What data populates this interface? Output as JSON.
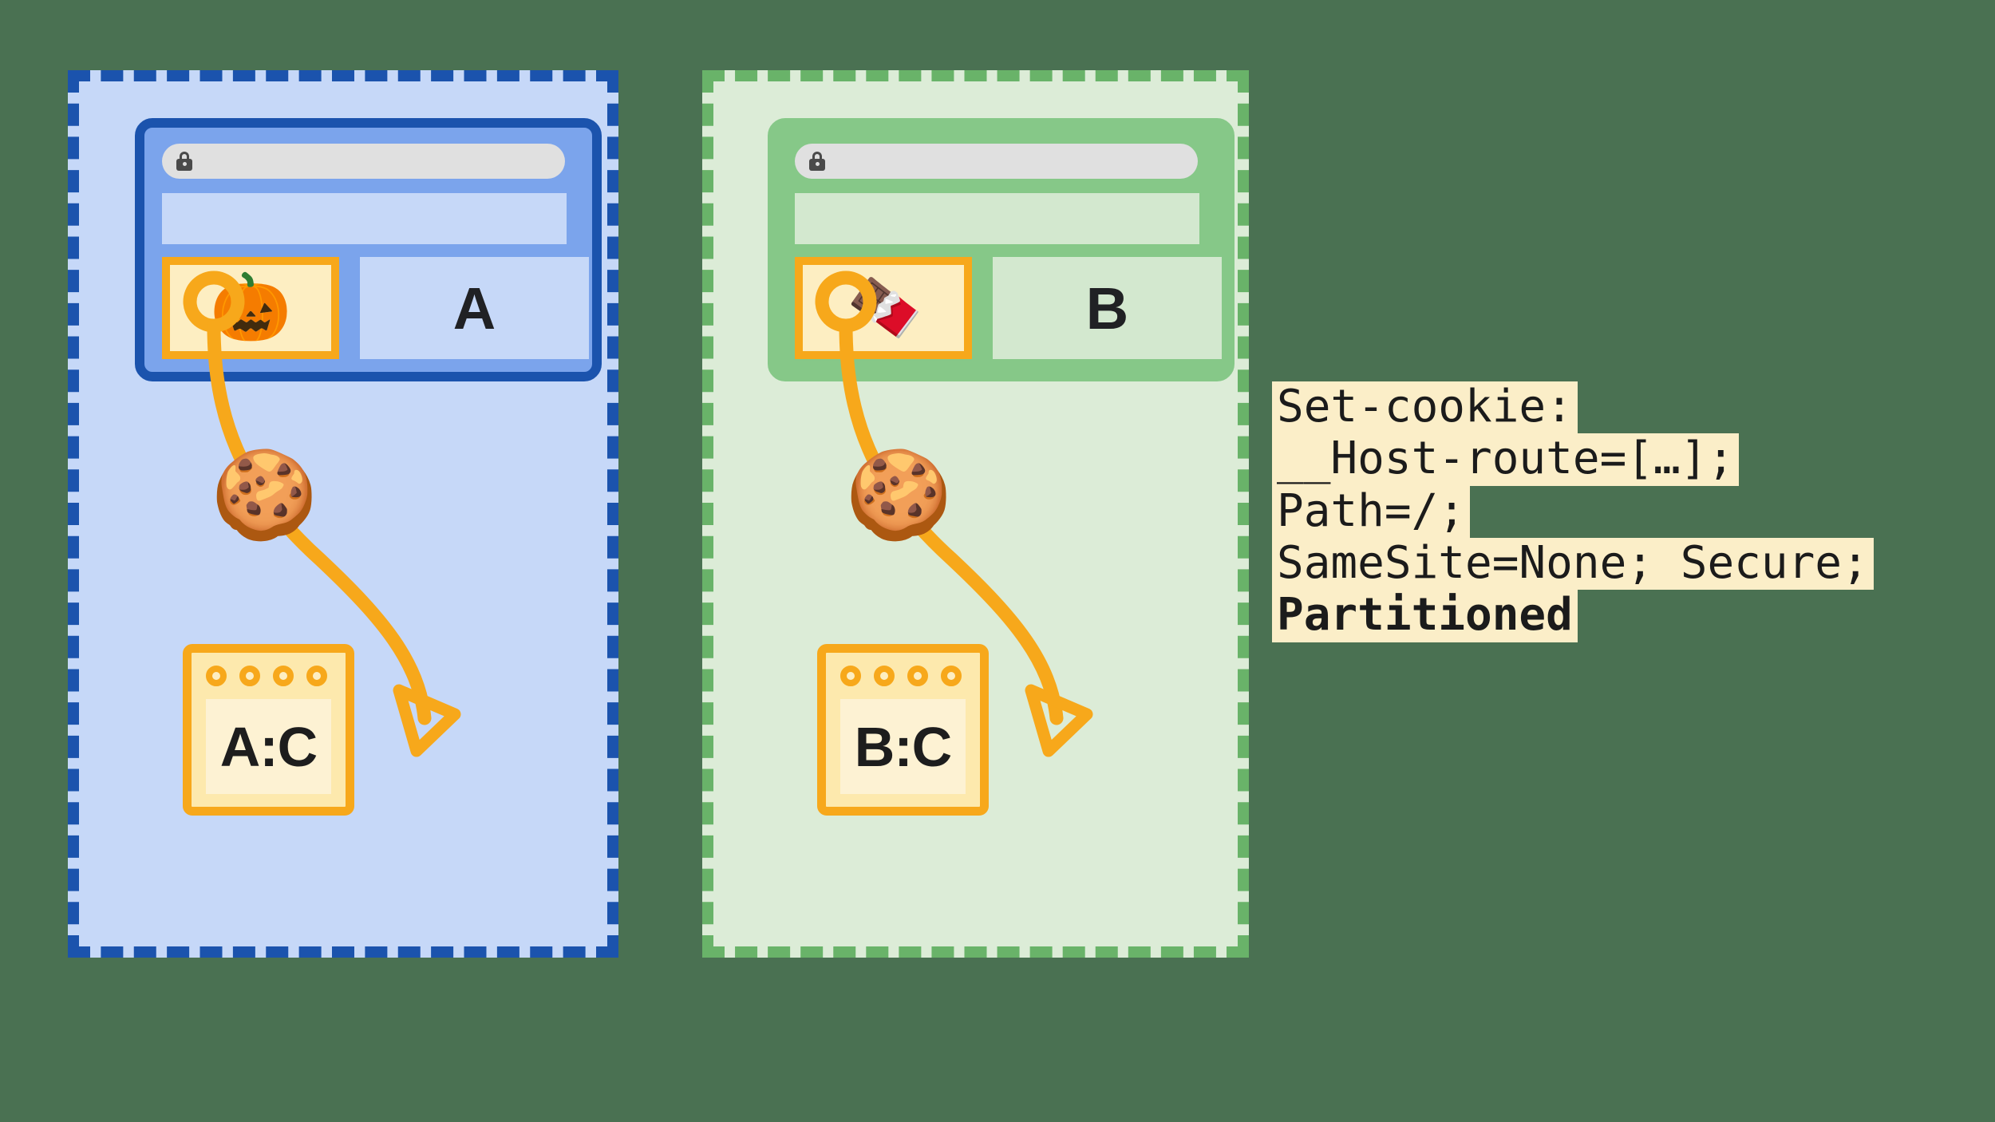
{
  "background_color": "#4a7152",
  "panels": [
    {
      "id": "partition-a",
      "accent": "#1b53ad",
      "fill": "#c6d8f8",
      "browser": {
        "url_value": "",
        "lock_icon": "lock-icon",
        "iframe": {
          "emoji": "🎃",
          "emoji_name": "jack-o-lantern",
          "label": ""
        },
        "site_label": "A"
      },
      "cookie_icon": "🍪",
      "cookie_icon_name": "cookie",
      "storage": {
        "label": "A:C",
        "dot_count": 4
      }
    },
    {
      "id": "partition-b",
      "accent": "#69b369",
      "fill": "#dcecd7",
      "browser": {
        "url_value": "",
        "lock_icon": "lock-icon",
        "iframe": {
          "emoji": "🍫",
          "emoji_name": "chocolate-bar",
          "label": ""
        },
        "site_label": "B"
      },
      "cookie_icon": "🍪",
      "cookie_icon_name": "cookie",
      "storage": {
        "label": "B:C",
        "dot_count": 4
      }
    }
  ],
  "code_block": {
    "highlight_color": "#fbeec8",
    "lines": [
      {
        "text": "Set-cookie:",
        "bold": false
      },
      {
        "text": "__Host-route=[…];",
        "bold": false
      },
      {
        "text": "Path=/;",
        "bold": false
      },
      {
        "text": "SameSite=None; Secure;",
        "bold": false
      },
      {
        "text": "Partitioned",
        "bold": true
      }
    ]
  },
  "arrow_color": "#f7a81b"
}
